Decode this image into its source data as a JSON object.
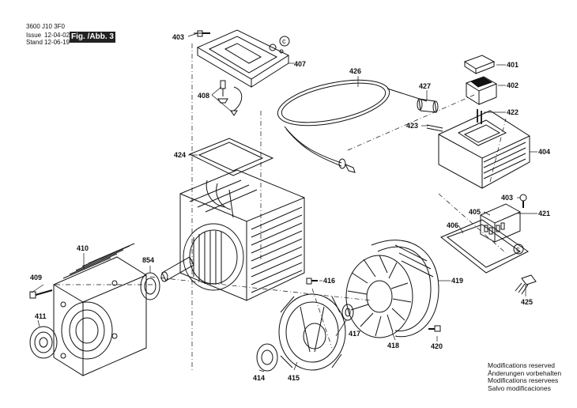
{
  "header": {
    "doc_number": "3600 J10 3F0",
    "issue_label": "Issue",
    "issue_date": "12-04-02",
    "stand_label": "Stand",
    "stand_date": "12-06-19",
    "figure_label": "Fig. /Abb. 3"
  },
  "circle_marker": "c",
  "parts": {
    "p401": "401",
    "p402": "402",
    "p403a": "403",
    "p403b": "403",
    "p404": "404",
    "p405": "405",
    "p406": "406",
    "p407": "407",
    "p408": "408",
    "p409": "409",
    "p410": "410",
    "p411": "411",
    "p414": "414",
    "p415": "415",
    "p416": "416",
    "p417": "417",
    "p418": "418",
    "p419": "419",
    "p420": "420",
    "p421": "421",
    "p422": "422",
    "p423": "423",
    "p424": "424",
    "p425": "425",
    "p426": "426",
    "p427": "427",
    "p854": "854"
  },
  "modifications": [
    "Modifications reserved",
    "Änderungen vorbehalten",
    "Modifications reservees",
    "Salvo modificaciones"
  ]
}
